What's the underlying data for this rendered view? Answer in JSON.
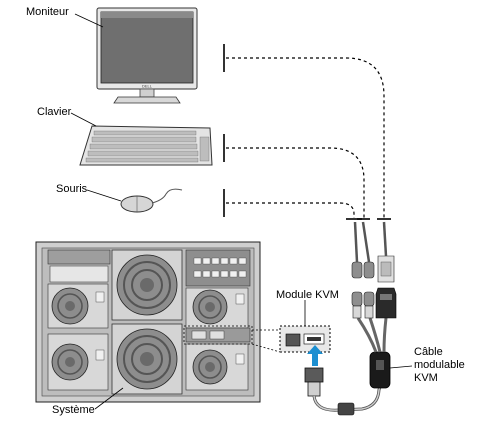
{
  "labels": {
    "monitor": "Moniteur",
    "keyboard": "Clavier",
    "mouse": "Souris",
    "system": "Système",
    "kvm_module": "Module KVM",
    "kvm_cable_line1": "Câble",
    "kvm_cable_line2": "modulable",
    "kvm_cable_line3": "KVM"
  },
  "monitor_brand": "DELL"
}
